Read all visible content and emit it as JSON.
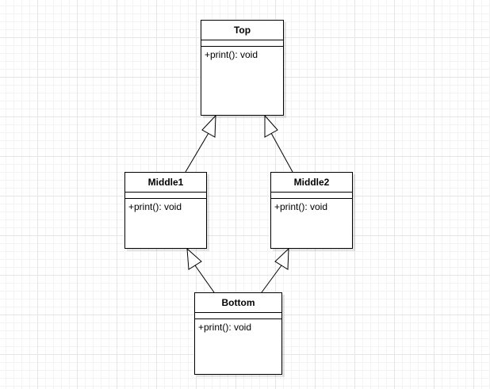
{
  "classes": {
    "top": {
      "name": "Top",
      "operation": "+print(): void"
    },
    "middle1": {
      "name": "Middle1",
      "operation": "+print(): void"
    },
    "middle2": {
      "name": "Middle2",
      "operation": "+print(): void"
    },
    "bottom": {
      "name": "Bottom",
      "operation": "+print(): void"
    }
  },
  "generalizations": [
    {
      "from": "Middle1",
      "to": "Top"
    },
    {
      "from": "Middle2",
      "to": "Top"
    },
    {
      "from": "Bottom",
      "to": "Middle1"
    },
    {
      "from": "Bottom",
      "to": "Middle2"
    }
  ],
  "colors": {
    "line": "#000000",
    "fill": "#ffffff",
    "grid": "#e6e6e6"
  }
}
